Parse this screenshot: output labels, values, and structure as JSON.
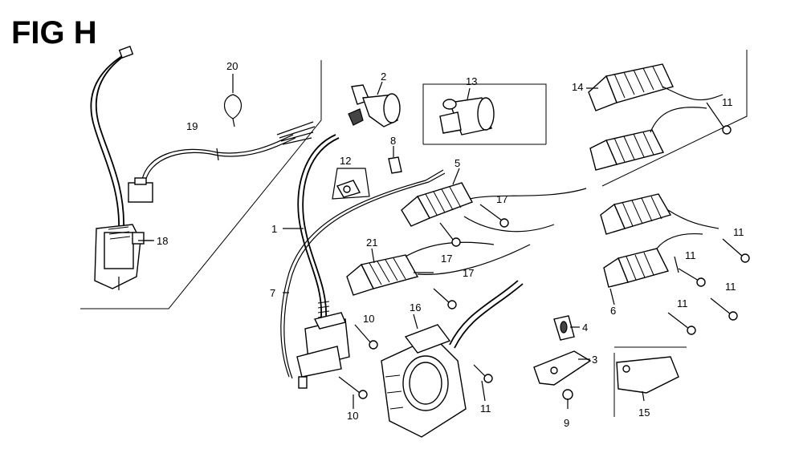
{
  "title": "FIG H",
  "callouts": [
    {
      "id": "c20",
      "label": "20"
    },
    {
      "id": "c19",
      "label": "19"
    },
    {
      "id": "c18",
      "label": "18"
    },
    {
      "id": "c2",
      "label": "2"
    },
    {
      "id": "c8",
      "label": "8"
    },
    {
      "id": "c12",
      "label": "12"
    },
    {
      "id": "c13",
      "label": "13"
    },
    {
      "id": "c14",
      "label": "14"
    },
    {
      "id": "c11a",
      "label": "11"
    },
    {
      "id": "c5",
      "label": "5"
    },
    {
      "id": "c17a",
      "label": "17"
    },
    {
      "id": "c17b",
      "label": "17"
    },
    {
      "id": "c1",
      "label": "1"
    },
    {
      "id": "c21",
      "label": "21"
    },
    {
      "id": "c17c",
      "label": "17"
    },
    {
      "id": "c7",
      "label": "7"
    },
    {
      "id": "c10a",
      "label": "10"
    },
    {
      "id": "c16",
      "label": "16"
    },
    {
      "id": "c10b",
      "label": "10"
    },
    {
      "id": "c11b",
      "label": "11"
    },
    {
      "id": "c4",
      "label": "4"
    },
    {
      "id": "c3",
      "label": "3"
    },
    {
      "id": "c9",
      "label": "9"
    },
    {
      "id": "c15",
      "label": "15"
    },
    {
      "id": "c11c",
      "label": "11"
    },
    {
      "id": "c11d",
      "label": "11"
    },
    {
      "id": "c6",
      "label": "6"
    },
    {
      "id": "c11e",
      "label": "11"
    },
    {
      "id": "c11f",
      "label": "11"
    }
  ]
}
